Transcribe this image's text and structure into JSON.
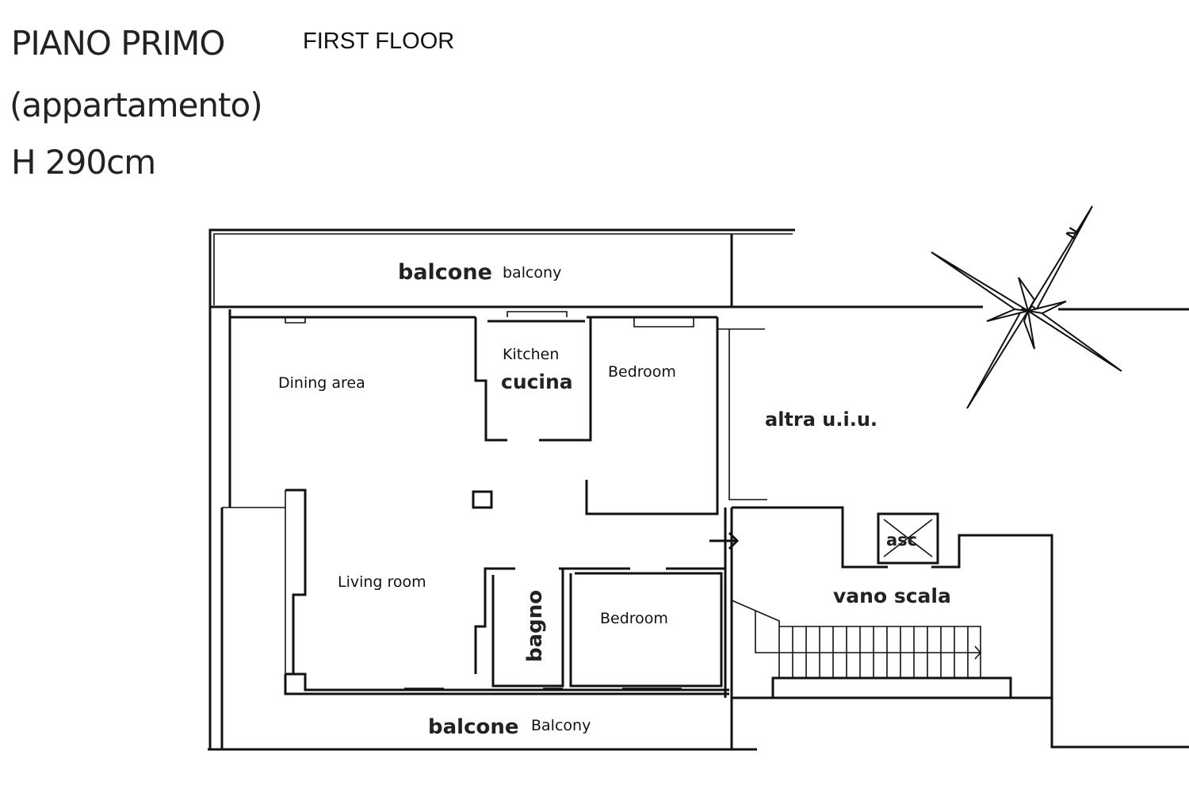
{
  "header": {
    "title_it": "PIANO PRIMO",
    "subtitle_it": "(appartamento)",
    "height": "H 290cm",
    "title_en": "FIRST FLOOR"
  },
  "rooms": {
    "balcony_top_it": "balcone",
    "balcony_top_en": "balcony",
    "dining_en": "Dining area",
    "kitchen_en": "Kitchen",
    "kitchen_it": "cucina",
    "bedroom1_en": "Bedroom",
    "other_unit_it": "altra u.i.u.",
    "elevator_it": "asc",
    "stairwell_it": "vano scala",
    "living_en": "Living room",
    "bathroom_it": "bagno",
    "bedroom2_en": "Bedroom",
    "balcony_bottom_it": "balcone",
    "balcony_bottom_en": "Balcony"
  },
  "compass": {
    "north_label": "N",
    "icon": "compass-rose-icon"
  }
}
